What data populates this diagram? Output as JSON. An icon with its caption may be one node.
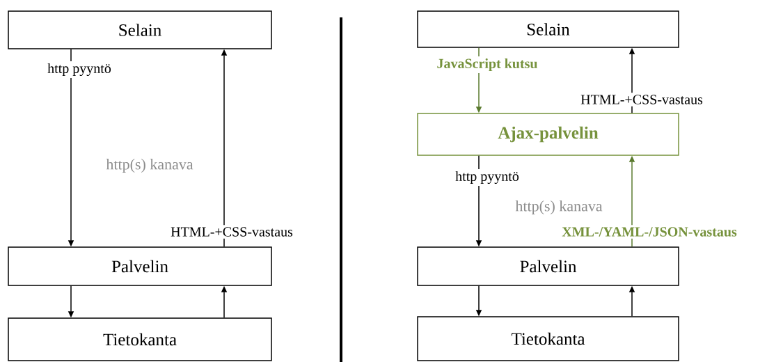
{
  "diagram": {
    "nodes": [
      {
        "text": [
          "Selain"
        ]
      },
      {
        "text": [
          "Palvelin"
        ]
      },
      {
        "text": [
          "Tietokanta"
        ]
      },
      {
        "text": [
          "Selain"
        ]
      },
      {
        "text": [
          "Ajax-palvelin"
        ]
      },
      {
        "text": [
          "Palvelin"
        ]
      },
      {
        "text": [
          "Tietokanta"
        ]
      }
    ],
    "edges": [
      {
        "from": 0,
        "to": 1,
        "arrow": "to",
        "label": "http pyyntö"
      },
      {
        "from": 1,
        "to": 0,
        "arrow": "to",
        "label": "HTML-+CSS-vastaus"
      },
      {
        "from": 1,
        "to": 2,
        "arrow": "to"
      },
      {
        "from": 2,
        "to": 1,
        "arrow": "to"
      },
      {
        "from": 3,
        "to": 4,
        "arrow": "to",
        "label": "JavaScript kutsu",
        "color": "#5a7a2e"
      },
      {
        "from": 4,
        "to": 3,
        "arrow": "to",
        "label": "HTML-+CSS-vastaus"
      },
      {
        "from": 4,
        "to": 5,
        "arrow": "to",
        "label": "http pyyntö"
      },
      {
        "from": 5,
        "to": 4,
        "arrow": "to",
        "label": "XML-/YAML-/JSON-vastaus",
        "color": "#5a7a2e"
      },
      {
        "from": 5,
        "to": 6,
        "arrow": "to"
      },
      {
        "from": 6,
        "to": 5,
        "arrow": "to"
      }
    ],
    "labels": [
      "http(s) kanava",
      "http(s) kanava"
    ]
  }
}
